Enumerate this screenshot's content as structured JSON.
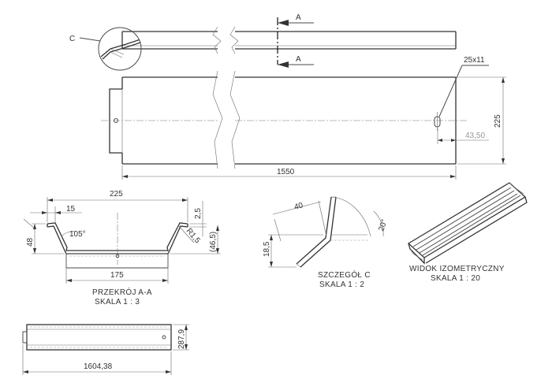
{
  "front_view": {
    "detail_marker": "C",
    "section_marker_top": "A",
    "section_marker_bottom": "A",
    "slot_label": "25x11",
    "dim_length": "1550",
    "dim_width": "225",
    "dim_slot_offset": "43,50"
  },
  "section_aa": {
    "dim_top_width": "225",
    "dim_flange": "15",
    "dim_lip": "2,5",
    "dim_height": "48",
    "dim_angle": "105°",
    "dim_radius": "R1,5",
    "dim_depth": "(46,5)",
    "dim_bottom": "175",
    "title": "PRZEKRÓJ A-A",
    "scale": "SKALA 1 : 3"
  },
  "detail_c": {
    "dim_40": "40",
    "dim_185": "18,5",
    "dim_angle": "20°",
    "title": "SZCZEGÓŁ C",
    "scale": "SKALA 1 : 2"
  },
  "isometric": {
    "title": "WIDOK IZOMETRYCZNY",
    "scale": "SKALA 1 : 20"
  },
  "flat_pattern": {
    "dim_length": "1604,38",
    "dim_width": "287,9"
  }
}
